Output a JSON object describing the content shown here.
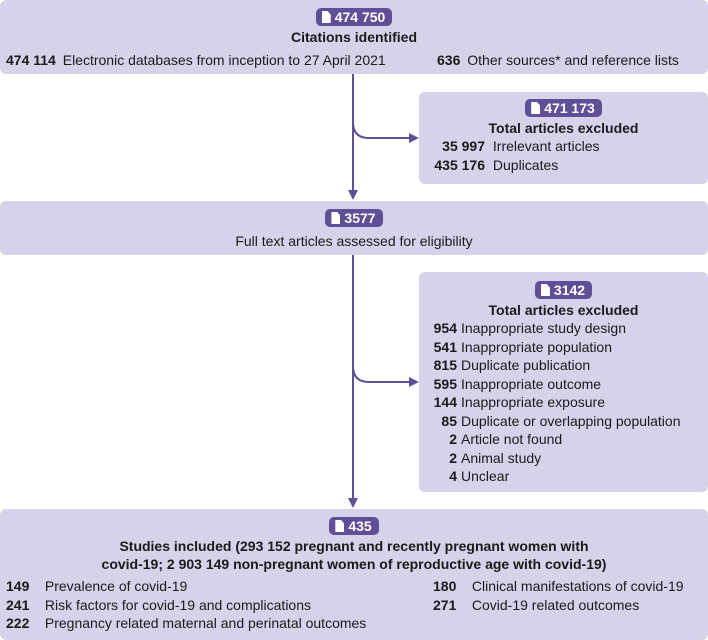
{
  "nodes": {
    "citations": {
      "count": "474 750",
      "title": "Citations identified",
      "items": [
        {
          "num": "474 114",
          "label": "Electronic databases from inception to 27 April 2021"
        },
        {
          "num": "636",
          "label": "Other sources* and reference lists"
        }
      ]
    },
    "excluded1": {
      "count": "471 173",
      "title": "Total articles excluded",
      "items": [
        {
          "num": "35 997",
          "label": "Irrelevant articles"
        },
        {
          "num": "435 176",
          "label": "Duplicates"
        }
      ]
    },
    "fulltext": {
      "count": "3577",
      "title": "Full text articles assessed for eligibility"
    },
    "excluded2": {
      "count": "3142",
      "title": "Total articles excluded",
      "items": [
        {
          "num": "954",
          "label": "Inappropriate study design"
        },
        {
          "num": "541",
          "label": "Inappropriate population"
        },
        {
          "num": "815",
          "label": "Duplicate publication"
        },
        {
          "num": "595",
          "label": "Inappropriate outcome"
        },
        {
          "num": "144",
          "label": "Inappropriate exposure"
        },
        {
          "num": "85",
          "label": "Duplicate or overlapping population"
        },
        {
          "num": "2",
          "label": "Article not found"
        },
        {
          "num": "2",
          "label": "Animal study"
        },
        {
          "num": "4",
          "label": "Unclear"
        }
      ]
    },
    "included": {
      "count": "435",
      "title_line1": "Studies included (293 152 pregnant and recently pregnant women with",
      "title_line2": "covid-19; 2 903 149 non-pregnant women of reproductive age with covid-19)",
      "items": [
        {
          "num": "149",
          "label": "Prevalence of covid-19"
        },
        {
          "num": "241",
          "label": "Risk factors for covid-19 and complications"
        },
        {
          "num": "222",
          "label": "Pregnancy related maternal and perinatal outcomes"
        },
        {
          "num": "180",
          "label": "Clinical manifestations of covid-19"
        },
        {
          "num": "271",
          "label": "Covid-19 related outcomes"
        }
      ]
    }
  },
  "colors": {
    "box_fill": "#d6d2ea",
    "badge_fill": "#5f4f97",
    "arrow": "#5f4f97"
  },
  "icons": {
    "badge_icon": "document-icon"
  }
}
